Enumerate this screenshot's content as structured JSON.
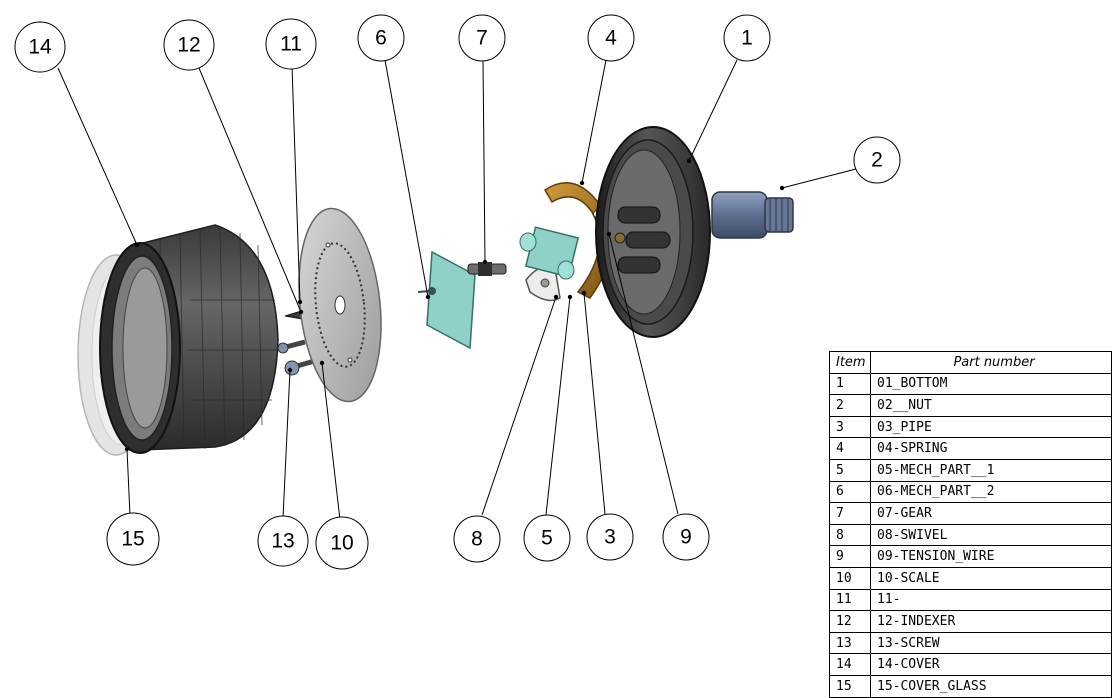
{
  "callouts": [
    {
      "label": "1"
    },
    {
      "label": "2"
    },
    {
      "label": "3"
    },
    {
      "label": "4"
    },
    {
      "label": "5"
    },
    {
      "label": "6"
    },
    {
      "label": "7"
    },
    {
      "label": "8"
    },
    {
      "label": "9"
    },
    {
      "label": "10"
    },
    {
      "label": "11"
    },
    {
      "label": "12"
    },
    {
      "label": "13"
    },
    {
      "label": "14"
    },
    {
      "label": "15"
    }
  ],
  "bom": {
    "headers": {
      "item": "Item",
      "part": "Part number"
    },
    "rows": [
      {
        "item": "1",
        "part": "01_BOTTOM"
      },
      {
        "item": "2",
        "part": "02__NUT"
      },
      {
        "item": "3",
        "part": "03_PIPE"
      },
      {
        "item": "4",
        "part": "04-SPRING"
      },
      {
        "item": "5",
        "part": "05-MECH_PART__1"
      },
      {
        "item": "6",
        "part": "06-MECH_PART__2"
      },
      {
        "item": "7",
        "part": "07-GEAR"
      },
      {
        "item": "8",
        "part": "08-SWIVEL"
      },
      {
        "item": "9",
        "part": "09-TENSION_WIRE"
      },
      {
        "item": "10",
        "part": "10-SCALE"
      },
      {
        "item": "11",
        "part": "11-"
      },
      {
        "item": "12",
        "part": "12-INDEXER"
      },
      {
        "item": "13",
        "part": "13-SCREW"
      },
      {
        "item": "14",
        "part": "14-COVER"
      },
      {
        "item": "15",
        "part": "15-COVER_GLASS"
      }
    ]
  }
}
